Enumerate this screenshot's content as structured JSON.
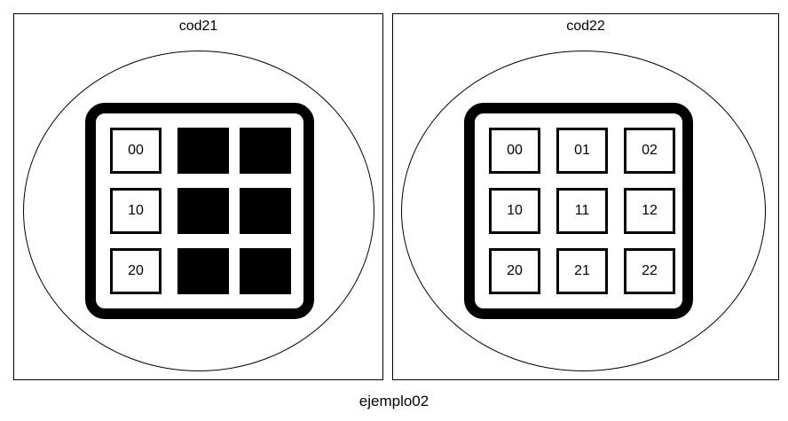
{
  "caption": "ejemplo02",
  "panels": [
    {
      "title": "cod21",
      "cells": [
        "00",
        "",
        "",
        "10",
        "",
        "",
        "20",
        "",
        ""
      ],
      "filled": [
        false,
        true,
        true,
        false,
        true,
        true,
        false,
        true,
        true
      ]
    },
    {
      "title": "cod22",
      "cells": [
        "00",
        "01",
        "02",
        "10",
        "11",
        "12",
        "20",
        "21",
        "22"
      ],
      "filled": [
        false,
        false,
        false,
        false,
        false,
        false,
        false,
        false,
        false
      ]
    }
  ]
}
